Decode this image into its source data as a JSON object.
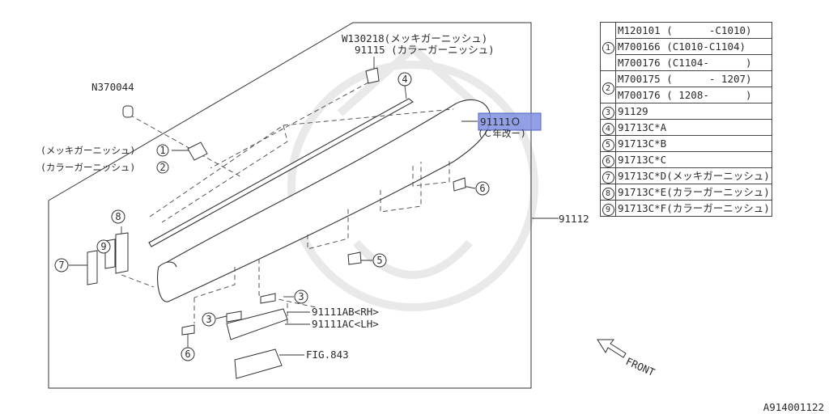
{
  "part_labels": {
    "n370044": "N370044",
    "w130218": "W130218(メッキガーニッシュ)",
    "p91115": "91115 (カラーガーニッシュ)",
    "p91110_code": "91111Ｏ",
    "p91110_note": "(Ｃ年改ー)",
    "p91112": "91112",
    "p91111ab": "91111AB<RH>",
    "p91111ac": "91111AC<LH>",
    "fig843": "FIG.843",
    "finish_plated": "(メッキガーニッシュ)",
    "finish_color": "(カラーガーニッシュ)",
    "front": "FRONT"
  },
  "callouts": [
    "1",
    "2",
    "3",
    "4",
    "5",
    "6",
    "7",
    "8",
    "9"
  ],
  "table": [
    {
      "key": "1",
      "rows": [
        "M120101 (      -C1010)",
        "M700166 (C1010-C1104)",
        "M700176 (C1104-      )"
      ]
    },
    {
      "key": "2",
      "rows": [
        "M700175 (      - 1207)",
        "M700176 ( 1208-      )"
      ]
    },
    {
      "key": "3",
      "rows": [
        "91129"
      ]
    },
    {
      "key": "4",
      "rows": [
        "91713C*A"
      ]
    },
    {
      "key": "5",
      "rows": [
        "91713C*B"
      ]
    },
    {
      "key": "6",
      "rows": [
        "91713C*C"
      ]
    },
    {
      "key": "7",
      "rows": [
        "91713C*D(メッキガーニッシュ)"
      ]
    },
    {
      "key": "8",
      "rows": [
        "91713C*E(カラーガーニッシュ)"
      ]
    },
    {
      "key": "9",
      "rows": [
        "91713C*F(カラーガーニッシュ)"
      ]
    }
  ],
  "diagram_id": "A914001122",
  "colors": {
    "line": "#333333",
    "highlight": "#7f8fe0",
    "watermark": "#e6e6e6"
  }
}
